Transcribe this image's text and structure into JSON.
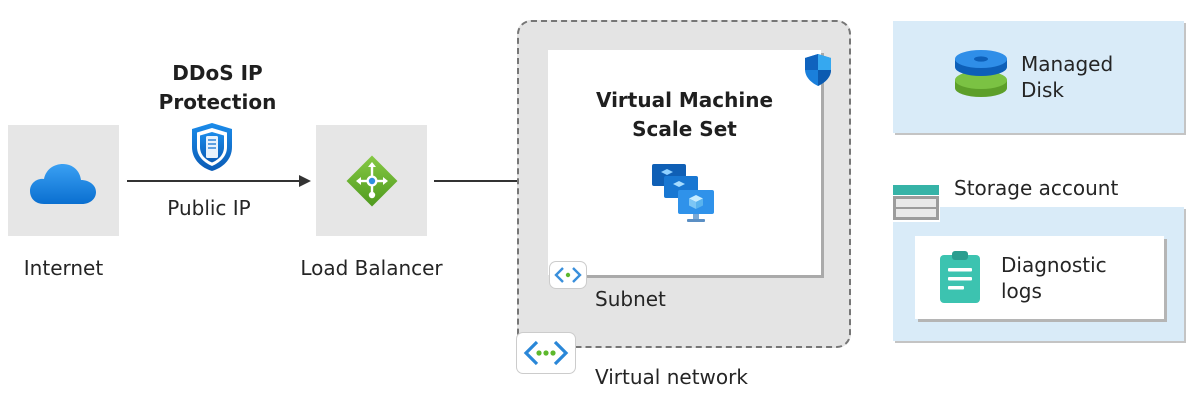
{
  "nodes": {
    "internet": {
      "label": "Internet",
      "icon": "cloud-icon"
    },
    "ddos": {
      "title": "DDoS IP Protection",
      "icon": "ddos-protection-shield-icon"
    },
    "public_ip": {
      "label": "Public IP"
    },
    "load_balancer": {
      "label": "Load Balancer",
      "icon": "load-balancer-icon"
    },
    "vmss": {
      "title": "Virtual Machine Scale Set",
      "icon": "vm-scale-set-icon",
      "badge": "security-shield-icon"
    },
    "subnet": {
      "label": "Subnet",
      "icon": "subnet-icon"
    },
    "vnet": {
      "label": "Virtual network",
      "icon": "virtual-network-icon"
    },
    "managed_disk": {
      "label": "Managed Disk",
      "icon": "managed-disk-icon"
    },
    "storage_account": {
      "label": "Storage account",
      "icon": "storage-account-icon"
    },
    "diagnostic_logs": {
      "label": "Diagnostic logs",
      "icon": "diagnostic-logs-icon"
    }
  },
  "edges": [
    {
      "from": "internet",
      "to": "load_balancer"
    },
    {
      "from": "load_balancer",
      "to": "vmss"
    }
  ],
  "colors": {
    "azure_blue": "#0078d4",
    "tile_gray": "#e6e6e6",
    "storage_light_blue": "#d9ebf8",
    "load_balancer_green": "#6bb22e",
    "diagnostic_teal": "#3cc3b0"
  }
}
